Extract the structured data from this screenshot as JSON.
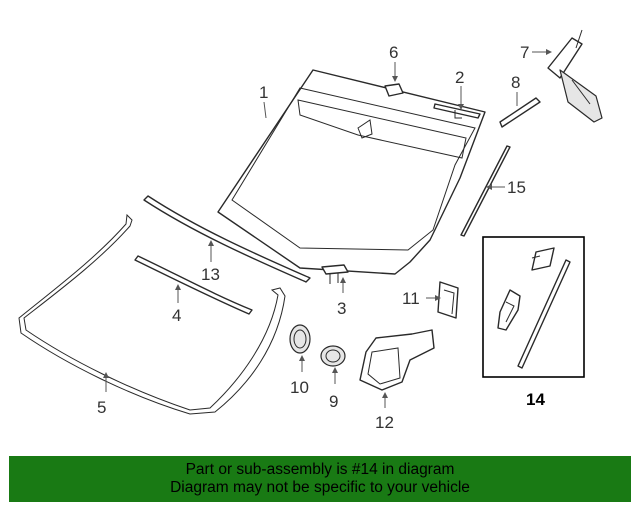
{
  "diagram": {
    "callouts": [
      "1",
      "2",
      "3",
      "4",
      "5",
      "6",
      "7",
      "8",
      "9",
      "10",
      "11",
      "12",
      "13",
      "14",
      "15"
    ],
    "highlighted_callout": "14"
  },
  "banner": {
    "background": "#197a14",
    "line1": "Part or sub-assembly is #14 in diagram",
    "line2": "Diagram may not be specific to your vehicle"
  }
}
